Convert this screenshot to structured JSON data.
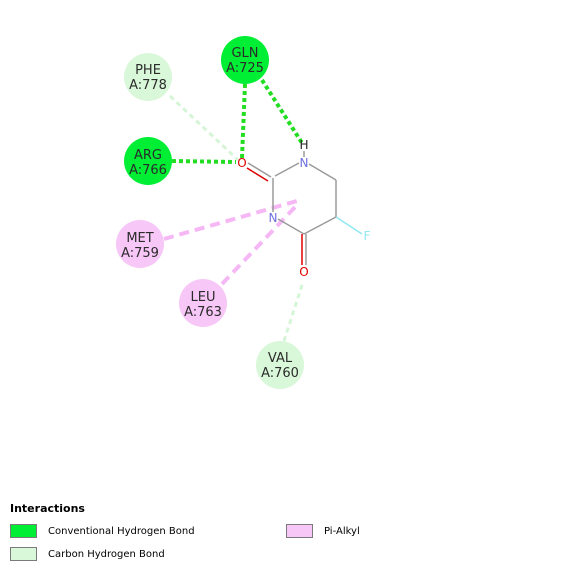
{
  "residues": [
    {
      "id": "gln725",
      "name": "GLN",
      "chain": "A:725",
      "type": "conv_hbond"
    },
    {
      "id": "phe778",
      "name": "PHE",
      "chain": "A:778",
      "type": "carbon_hbond"
    },
    {
      "id": "arg766",
      "name": "ARG",
      "chain": "A:766",
      "type": "conv_hbond"
    },
    {
      "id": "met759",
      "name": "MET",
      "chain": "A:759",
      "type": "pi_alkyl"
    },
    {
      "id": "leu763",
      "name": "LEU",
      "chain": "A:763",
      "type": "pi_alkyl"
    },
    {
      "id": "val760",
      "name": "VAL",
      "chain": "A:760",
      "type": "carbon_hbond"
    }
  ],
  "atoms": {
    "o_top": "O",
    "n_top": "N",
    "h": "H",
    "n_bottom": "N",
    "o_bottom": "O",
    "f": "F"
  },
  "legend": {
    "title": "Interactions",
    "items": [
      {
        "key": "conv_hbond",
        "label": "Conventional Hydrogen Bond"
      },
      {
        "key": "carbon_hbond",
        "label": "Carbon Hydrogen Bond"
      },
      {
        "key": "pi_alkyl",
        "label": "Pi-Alkyl"
      }
    ]
  },
  "colors": {
    "conv_hbond": "#00ee33",
    "conv_hbond_line": "#22dd22",
    "carbon_hbond": "#d9f7d9",
    "carbon_hbond_line": "#d6f5d6",
    "pi_alkyl": "#f7c7f7",
    "pi_alkyl_line": "#f5b8f5",
    "bond": "#9a9a9a",
    "oxygen": "#dd0000",
    "nitrogen": "#6f6fe0",
    "fluorine": "#8fe8f0"
  }
}
